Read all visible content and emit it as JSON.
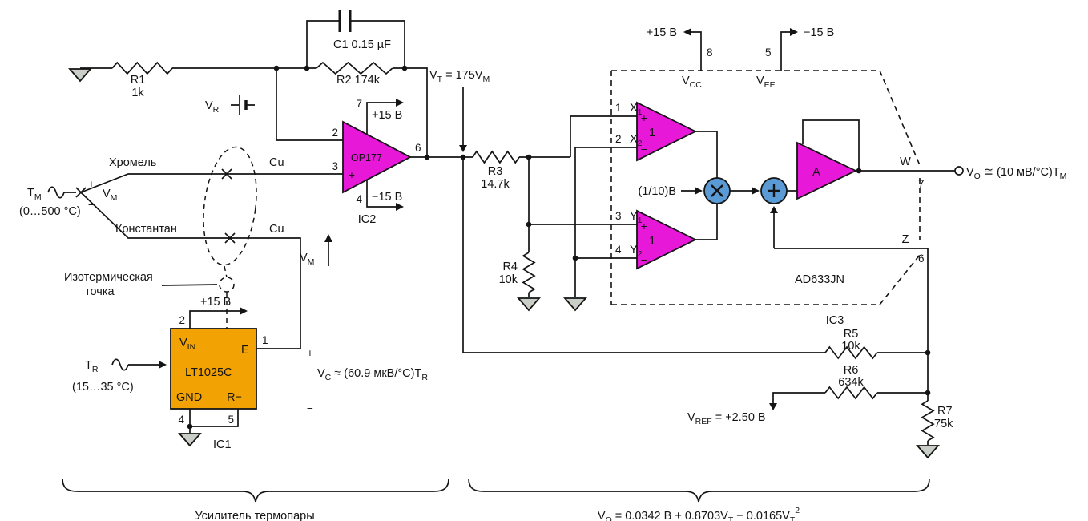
{
  "colors": {
    "amp_fill": "#e818d8",
    "node_fill": "#5b9bd5",
    "ic_fill": "#f2a202",
    "ground_fill": "#c9cec7",
    "wire": "#141414"
  },
  "thermo": {
    "r1_name": "R1",
    "r1_value": "1k",
    "c1_label": "C1  0.15 µF",
    "r2_label": "R2  174k",
    "vr_label": [
      {
        "t": "V"
      },
      {
        "t": "R",
        "sub": true
      }
    ],
    "tm_label": [
      {
        "t": "T"
      },
      {
        "t": "M",
        "sub": true
      }
    ],
    "tm_range": "(0…500 °C)",
    "plus": "+",
    "minus": "−",
    "vm_label": [
      {
        "t": "V"
      },
      {
        "t": "M",
        "sub": true
      }
    ],
    "chromel": "Хромель",
    "constantan": "Константан",
    "cu_top": "Cu",
    "cu_bottom": "Cu",
    "iso_line1": "Изотермическая",
    "iso_line2": "точка",
    "vm_arrow_label": [
      {
        "t": "V"
      },
      {
        "t": "M",
        "sub": true
      }
    ],
    "vt_label": [
      {
        "t": "V"
      },
      {
        "t": "T",
        "sub": true
      },
      {
        "t": " = 175V"
      },
      {
        "t": "M",
        "sub": true
      }
    ]
  },
  "opamp": {
    "name": "OP177",
    "ic": "IC2",
    "pin2": "2",
    "pin3": "3",
    "pin4": "4",
    "pin6": "6",
    "pin7": "7",
    "plus": "+",
    "minus": "−",
    "vplus": "+15 В",
    "vminus": "−15 В"
  },
  "lt1025": {
    "name": "LT1025C",
    "ic": "IC1",
    "vin_label": [
      {
        "t": "V"
      },
      {
        "t": "IN",
        "sub": true
      }
    ],
    "e_label": "E",
    "gnd_label": "GND",
    "rminus_label": "R−",
    "pin1": "1",
    "pin2": "2",
    "pin4": "4",
    "pin5": "5",
    "vplus": "+15 В",
    "plus": "+",
    "minus": "−",
    "tr_label": [
      {
        "t": "T"
      },
      {
        "t": "R",
        "sub": true
      }
    ],
    "tr_range": "(15…35 °C)",
    "vc_label": [
      {
        "t": "V"
      },
      {
        "t": "C",
        "sub": true
      },
      {
        "t": " ≈ (60.9 мкВ/°C)T"
      },
      {
        "t": "R",
        "sub": true
      }
    ]
  },
  "mult": {
    "part": "AD633JN",
    "ic": "IC3",
    "pin8": "8",
    "pin5": "5",
    "pin7": "7",
    "pin6": "6",
    "vcc_label": [
      {
        "t": "V"
      },
      {
        "t": "CC",
        "sub": true
      }
    ],
    "vee_label": [
      {
        "t": "V"
      },
      {
        "t": "EE",
        "sub": true
      }
    ],
    "vplus": "+15 В",
    "vminus": "−15 В",
    "x1_num": "1",
    "x2_num": "2",
    "y1_num": "3",
    "y2_num": "4",
    "x1_label": [
      {
        "t": "X"
      },
      {
        "t": "1",
        "sub": true
      }
    ],
    "x2_label": [
      {
        "t": "X"
      },
      {
        "t": "2",
        "sub": true
      }
    ],
    "y1_label": [
      {
        "t": "Y"
      },
      {
        "t": "1",
        "sub": true
      }
    ],
    "y2_label": [
      {
        "t": "Y"
      },
      {
        "t": "2",
        "sub": true
      }
    ],
    "buffer_gain": "1",
    "bplus": "+",
    "bminus": "−",
    "scale_label": "(1/10)В",
    "amp_label": "A",
    "w_label": "W",
    "z_label": "Z"
  },
  "network": {
    "r3_name": "R3",
    "r3_value": "14.7k",
    "r4_name": "R4",
    "r4_value": "10k",
    "r5_name": "R5",
    "r5_value": "10k",
    "r6_name": "R6",
    "r6_value": "634k",
    "r7_name": "R7",
    "r7_value": "75k",
    "vref_label": [
      {
        "t": "V"
      },
      {
        "t": "REF",
        "sub": true
      },
      {
        "t": " = +2.50 В"
      }
    ],
    "vout_label": [
      {
        "t": "V"
      },
      {
        "t": "O",
        "sub": true
      },
      {
        "t": " ≅ (10 мВ/°C)T"
      },
      {
        "t": "M",
        "sub": true
      }
    ]
  },
  "captions": {
    "left": "Усилитель термопары",
    "formula": [
      {
        "t": "V"
      },
      {
        "t": "O",
        "sub": true
      },
      {
        "t": " = 0.0342 В + 0.8703V"
      },
      {
        "t": "T",
        "sub": true
      },
      {
        "t": " − 0.0165V"
      },
      {
        "t": "T",
        "sub": true
      },
      {
        "t": "2",
        "sup": true
      }
    ]
  }
}
